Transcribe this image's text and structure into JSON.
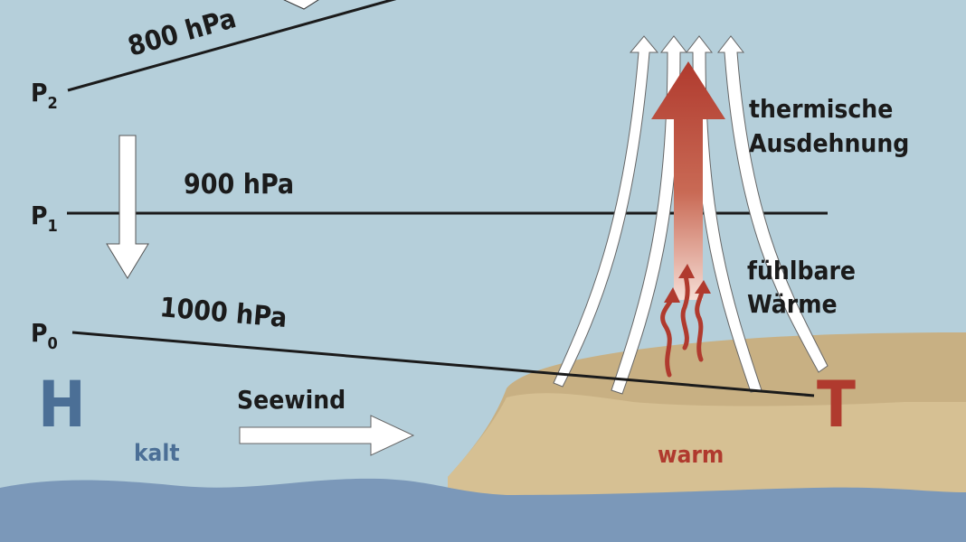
{
  "colors": {
    "sky": "#b5cfda",
    "water": "#7b98b9",
    "land": "#d6c093",
    "land_dark": "#c8b083",
    "warm_red": "#b03a2e",
    "cold_blue": "#4b6f96",
    "arrow": "#ffffff",
    "line": "#1b1b1b"
  },
  "levels": [
    {
      "name": "P",
      "sub": "2",
      "label": "800 hPa"
    },
    {
      "name": "P",
      "sub": "1",
      "label": "900 hPa"
    },
    {
      "name": "P",
      "sub": "0",
      "label": "1000 hPa"
    }
  ],
  "high": {
    "symbol": "H",
    "temp": "kalt"
  },
  "low": {
    "symbol": "T",
    "temp": "warm"
  },
  "wind_label": "Seewind",
  "expansion_label": [
    "thermische",
    "Ausdehnung"
  ],
  "heat_label": [
    "fühlbare",
    "Wärme"
  ]
}
